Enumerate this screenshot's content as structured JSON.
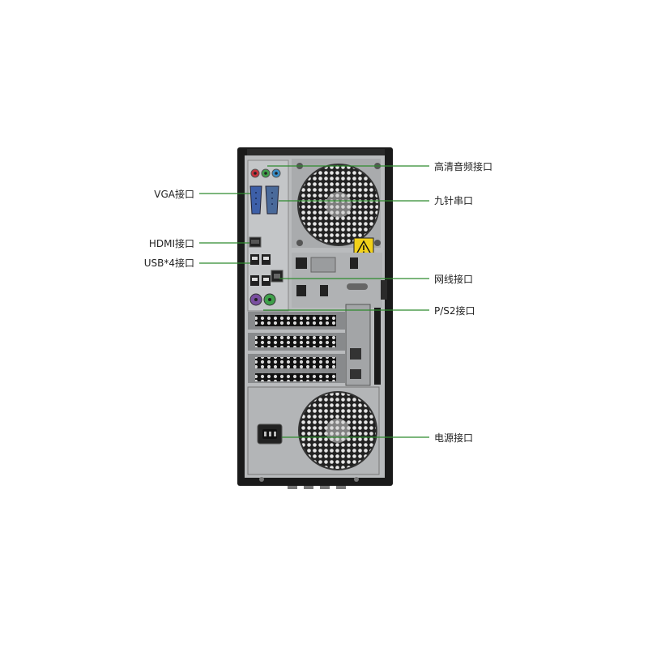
{
  "colors": {
    "background": "#ffffff",
    "chassis": "#1a1a1a",
    "panel": "#b9bbbd",
    "panel_dark": "#8e9194",
    "callout_line": "#2e8b2e",
    "vga_port": "#3d5fa8",
    "audio_red": "#c8323c",
    "audio_green": "#3fa04a",
    "audio_blue": "#3a8ec8",
    "ps2_purple": "#7a4fa0",
    "ps2_green": "#3fa04a",
    "warning_yellow": "#f2d11a"
  },
  "callouts": {
    "audio": "高清音频接口",
    "vga": "VGA接口",
    "serial": "九针串口",
    "hdmi": "HDMI接口",
    "usb": "USB*4接口",
    "ethernet": "网线接口",
    "ps2": "P/S2接口",
    "power": "电源接口"
  },
  "icons": {
    "warning": "warning-triangle-icon",
    "fan": "fan-grille-icon",
    "psu_fan": "psu-fan-grille-icon",
    "power_inlet": "power-inlet-icon"
  }
}
